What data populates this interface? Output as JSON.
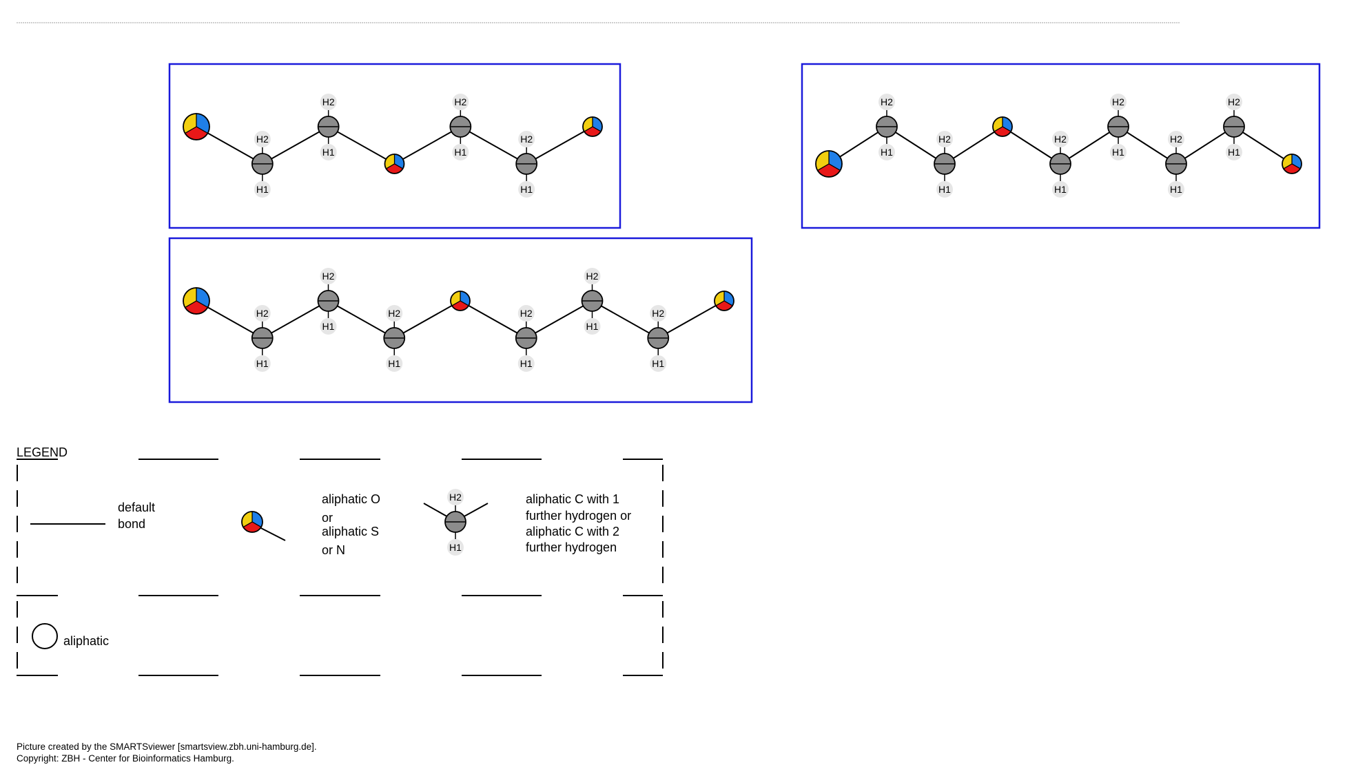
{
  "colors": {
    "frame": "#1a1adb",
    "carbon": "#8c8c8c",
    "hetero_yellow": "#f2cf10",
    "hetero_blue": "#1f7fe8",
    "hetero_red": "#e81818",
    "h_badge": "#e6e6e6"
  },
  "molecules": [
    {
      "name": "pattern-1",
      "atoms": [
        "hetero",
        "C",
        "C",
        "hetero",
        "C",
        "C",
        "hetero"
      ]
    },
    {
      "name": "pattern-2",
      "atoms": [
        "hetero",
        "C",
        "C",
        "hetero",
        "C",
        "C",
        "C",
        "C",
        "hetero"
      ]
    },
    {
      "name": "pattern-3",
      "atoms": [
        "hetero",
        "C",
        "C",
        "C",
        "hetero",
        "C",
        "C",
        "C",
        "hetero"
      ]
    }
  ],
  "h_labels": {
    "top": "H2",
    "bottom": "H1"
  },
  "legend": {
    "title": "LEGEND",
    "bond": [
      "default",
      "bond"
    ],
    "hetero": [
      "aliphatic O",
      "or",
      "aliphatic S",
      "or N"
    ],
    "carbon": [
      "aliphatic C with 1",
      "further hydrogen or",
      "aliphatic C with 2",
      "further hydrogen"
    ],
    "ring": "aliphatic"
  },
  "footer": [
    "Picture created by the SMARTSviewer [smartsview.zbh.uni-hamburg.de].",
    "Copyright: ZBH - Center for Bioinformatics Hamburg."
  ]
}
